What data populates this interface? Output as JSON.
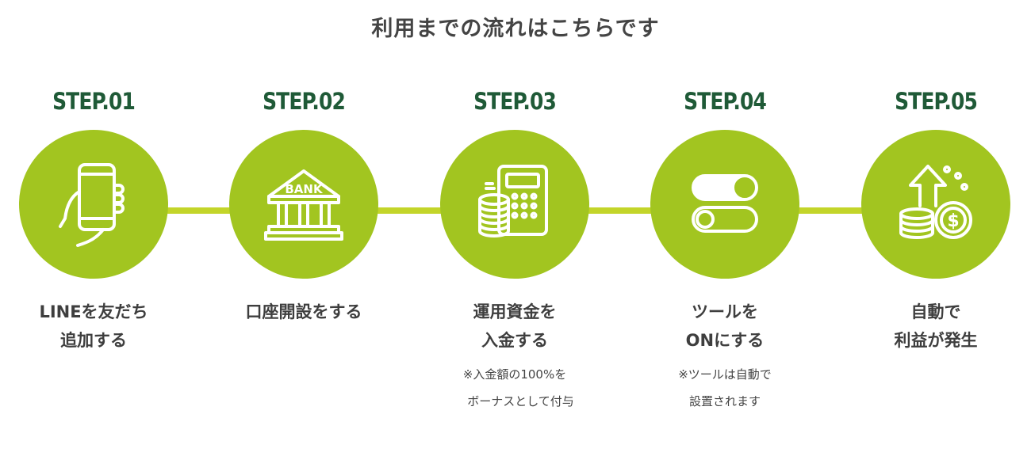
{
  "header": {
    "title": "利用までの流れはこちらです"
  },
  "colors": {
    "accent": "#a2c520",
    "step_label": "#1f5a37",
    "connector": "#c3d52a"
  },
  "steps": [
    {
      "label": "STEP.01",
      "title": "LINEを友だち\n追加する",
      "note": "",
      "icon": "smartphone-hand-icon"
    },
    {
      "label": "STEP.02",
      "title": "口座開設をする",
      "note": "",
      "icon": "bank-icon",
      "icon_text": "BANK"
    },
    {
      "label": "STEP.03",
      "title": "運用資金を\n入金する",
      "note": "※入金額の100%を\n　ボーナスとして付与",
      "icon": "calculator-coins-icon"
    },
    {
      "label": "STEP.04",
      "title": "ツールを\nONにする",
      "note": "※ツールは自動で\n設置されます",
      "icon": "toggle-switch-icon"
    },
    {
      "label": "STEP.05",
      "title": "自動で\n利益が発生",
      "note": "",
      "icon": "profit-coins-icon",
      "icon_text": "$"
    }
  ]
}
